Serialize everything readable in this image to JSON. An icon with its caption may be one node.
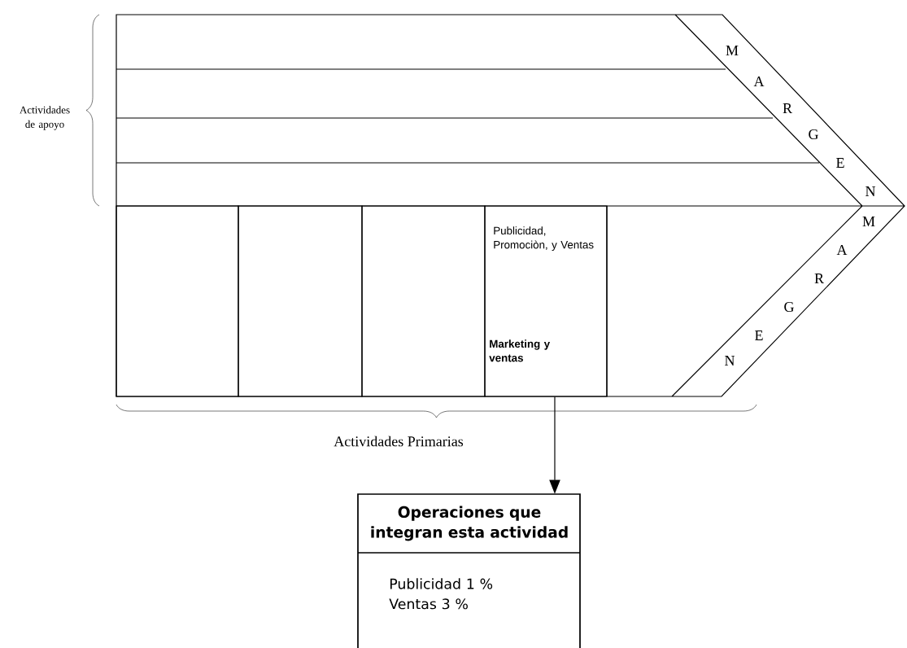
{
  "diagram": {
    "nodes": [
      {
        "text": [],
        "shape": "box"
      },
      {
        "text": [],
        "shape": "box"
      },
      {
        "text": [],
        "shape": "box"
      },
      {
        "text": [
          "Publicidad, Promociòn, y Ventas",
          "Marketing y ventas"
        ]
      },
      {
        "text": [
          "Operaciones que integran esta actividad",
          "Publicidad 1 % Ventas 3 %"
        ]
      }
    ],
    "edges": [
      {
        "from": 3,
        "to": 4,
        "arrow": "to"
      }
    ],
    "labels": [
      "Actividades de apoyo",
      "M",
      "A",
      "R",
      "G",
      "E",
      "N",
      "M",
      "A",
      "R",
      "G",
      "E",
      "N",
      "Actividades Primarias"
    ]
  }
}
